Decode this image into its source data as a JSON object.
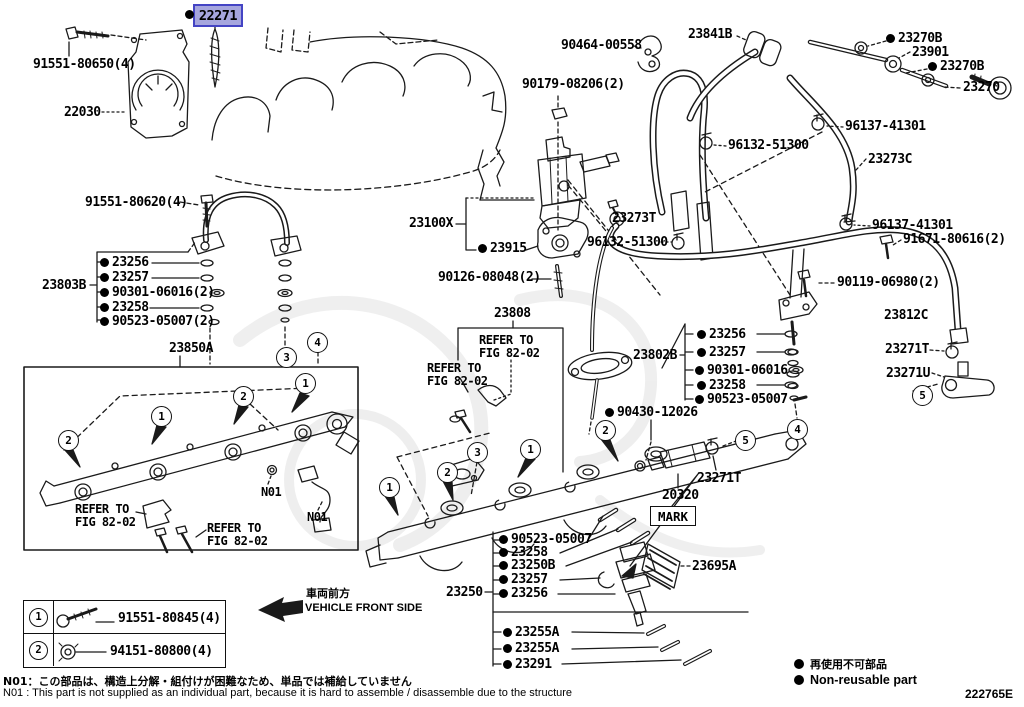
{
  "colors": {
    "background": "#ffffff",
    "line": "#1a1a1a",
    "highlight_fill": "#a6a6de",
    "highlight_border": "#4444c4"
  },
  "highlight": {
    "part_no": "22271"
  },
  "parts": {
    "p91551_80650": "91551-80650(4)",
    "p22030": "22030",
    "p90464_00558": "90464-00558",
    "p23841B": "23841B",
    "p23270B": "23270B",
    "p23901": "23901",
    "p23270": "23270",
    "p90179_08206": "90179-08206(2)",
    "p96137_41301": "96137-41301",
    "p96132_51300": "96132-51300",
    "p23273C": "23273C",
    "p91551_80620": "91551-80620(4)",
    "p23100X": "23100X",
    "p23273T": "23273T",
    "p23915": "23915",
    "p91671_80616": "91671-80616(2)",
    "p90126_08048": "90126-08048(2)",
    "p90119_06980": "90119-06980(2)",
    "p23803B": "23803B",
    "p23850A": "23850A",
    "p23808": "23808",
    "p23812C": "23812C",
    "p23802B": "23802B",
    "p23271T": "23271T",
    "p23271U": "23271U",
    "p90430_12026": "90430-12026",
    "p20320": "20320",
    "p23695A": "23695A",
    "p23250": "23250",
    "p222765E": "222765E"
  },
  "lists": {
    "g23803B": [
      "23256",
      "23257",
      "90301-06016(2)",
      "23258",
      "90523-05007(2)"
    ],
    "g23802B": [
      "23256",
      "23257",
      "90301-06016",
      "23258",
      "90523-05007"
    ],
    "g23250": [
      "90523-05007",
      "23258",
      "23250B",
      "23257",
      "23256"
    ],
    "g23250_b": [
      "23255A",
      "23255A",
      "23291"
    ]
  },
  "callouts": {
    "c1": "1",
    "c2": "2",
    "c3": "3",
    "c4": "4",
    "c5": "5"
  },
  "refer": {
    "line1": "REFER TO",
    "line2": "FIG 82-02"
  },
  "n01_label": "N01",
  "mark_label": "MARK",
  "legend": {
    "rows": [
      {
        "num": "1",
        "part": "91551-80845(4)"
      },
      {
        "num": "2",
        "part": "94151-80800(4)"
      }
    ]
  },
  "front_side": {
    "jp": "車両前方",
    "en": "VEHICLE FRONT SIDE"
  },
  "notes": {
    "jp": "N01：この部品は、構造上分解・組付けが困難なため、単品では補給していません",
    "en": "N01 : This part is not supplied as an individual part, because it is hard to assemble / disassemble due to the structure"
  },
  "reusable": {
    "jp": "再使用不可部品",
    "en": "Non-reusable part"
  }
}
